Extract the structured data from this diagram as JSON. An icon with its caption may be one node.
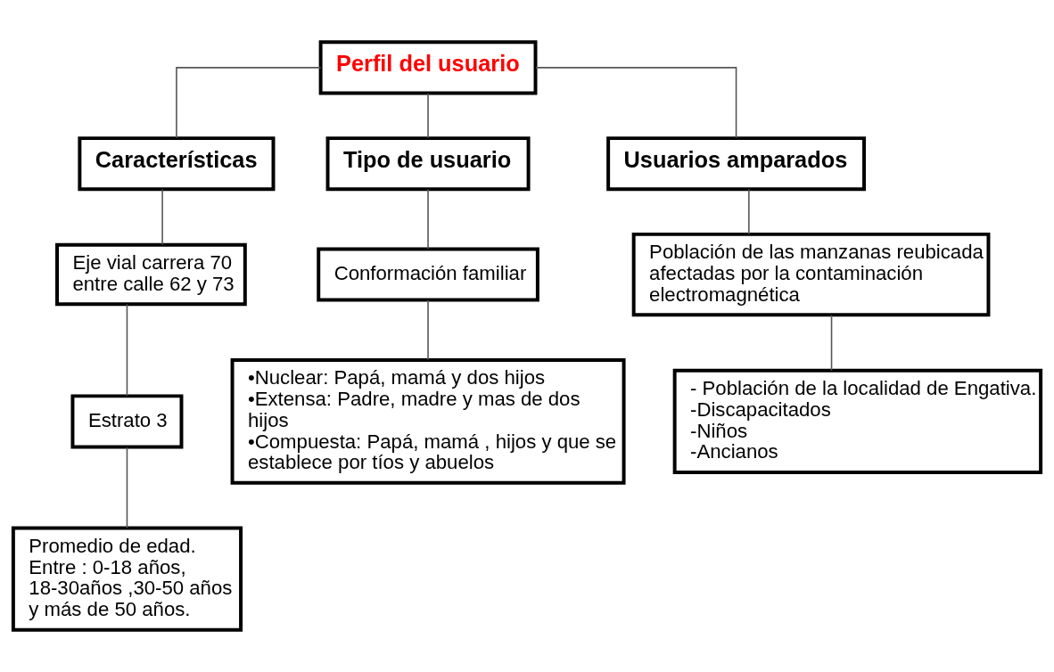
{
  "diagram": {
    "nodes": [
      {
        "text": [
          "Perfil del usuario"
        ]
      },
      {
        "text": [
          "Características"
        ]
      },
      {
        "text": [
          "Tipo de usuario"
        ]
      },
      {
        "text": [
          "Usuarios amparados"
        ]
      },
      {
        "text": [
          "Eje vial carrera 70 entre calle 62 y 73"
        ]
      },
      {
        "text": [
          "Estrato 3"
        ]
      },
      {
        "text": [
          "Promedio de edad. Entre : 0-18 años, 18-30años ,30-50 años y más de 50 años."
        ]
      },
      {
        "text": [
          "Conformación familiar"
        ]
      },
      {
        "text": [
          "•Nuclear: Papá, mamá y dos hijos",
          "•Extensa: Padre, madre y mas de dos hijos",
          "•Compuesta: Papá, mamá , hijos y que se establece por tíos y abuelos"
        ]
      },
      {
        "text": [
          "Población de las manzanas reubicada afectadas por la contaminación electromagnética"
        ]
      },
      {
        "text": [
          "- Población de la localidad de Engativa.",
          "-Discapacitados",
          "-Niños",
          "-Ancianos"
        ]
      }
    ],
    "edges": [
      {
        "from": 0,
        "to": 1,
        "arrow": "none"
      },
      {
        "from": 0,
        "to": 2,
        "arrow": "none"
      },
      {
        "from": 0,
        "to": 3,
        "arrow": "none"
      },
      {
        "from": 1,
        "to": 4,
        "arrow": "none"
      },
      {
        "from": 4,
        "to": 5,
        "arrow": "none"
      },
      {
        "from": 5,
        "to": 6,
        "arrow": "none"
      },
      {
        "from": 2,
        "to": 7,
        "arrow": "none"
      },
      {
        "from": 7,
        "to": 8,
        "arrow": "none"
      },
      {
        "from": 3,
        "to": 9,
        "arrow": "none"
      },
      {
        "from": 9,
        "to": 10,
        "arrow": "none"
      }
    ]
  }
}
